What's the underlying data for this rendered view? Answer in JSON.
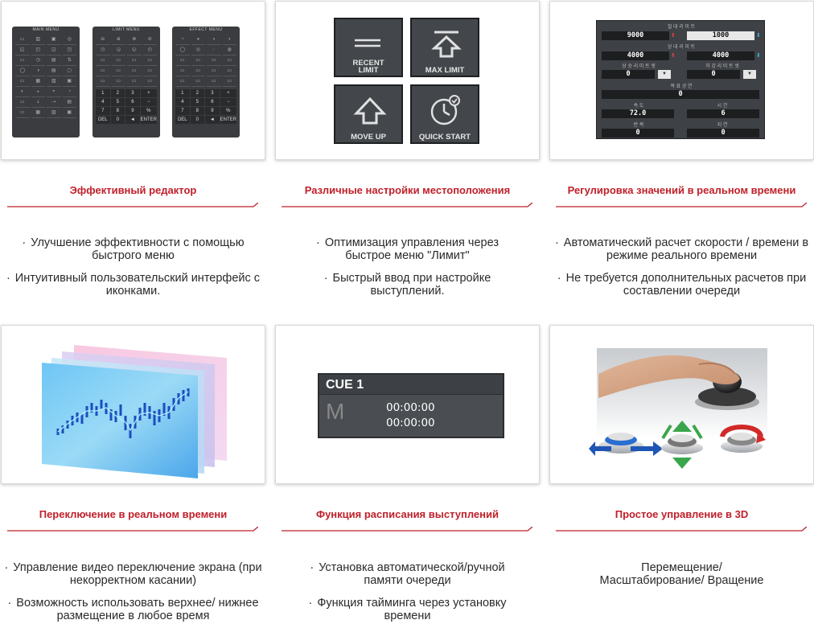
{
  "features": [
    {
      "title": "Эффективный редактор",
      "bullets": [
        "Улучшение эффективности с помощью быстрого меню",
        "Интуитивный пользовательский интерфейс с иконками."
      ]
    },
    {
      "title": "Различные настройки местоположения",
      "bullets": [
        "Оптимизация управления через быстрое меню \"Лимит\"",
        "Быстрый ввод при настройке выступлений."
      ]
    },
    {
      "title": "Регулировка значений в реальном времени",
      "bullets": [
        "Автоматический расчет скорости / времени в режиме реального времени",
        "Не требуется дополнительных расчетов при составлении очереди"
      ]
    },
    {
      "title": "Переключение в реальном времени",
      "bullets": [
        "Управление видео переключение экрана (при некорректном касании)",
        "Возможность использовать верхнее/ нижнее размещение в любое время"
      ]
    },
    {
      "title": "Функция расписания выступлений",
      "bullets": [
        "Установка автоматической/ручной памяти очереди",
        "Функция тайминга через установку времени"
      ]
    },
    {
      "title": "Простое управление в 3D",
      "bullets": [
        "Перемещение/Масштабирование/ Вращение"
      ]
    }
  ],
  "menus": {
    "main": "MAIN MENU",
    "limit": "LIMIT MENU",
    "effect": "EFFECT MENU",
    "keypad": [
      "1",
      "2",
      "3",
      "+",
      "4",
      "5",
      "6",
      "−",
      "7",
      "8",
      "9",
      "%",
      "DEL",
      "0",
      "◄",
      "ENTER"
    ]
  },
  "tiles": {
    "recent": "RECENT LIMIT",
    "max": "MAX LIMIT",
    "move": "MOVE UP",
    "quick": "QUICK START"
  },
  "panel": {
    "row1_label": "절 대 리 미 트",
    "v1": "9000",
    "v2": "1000",
    "row2_label": "상 대 리 미 트",
    "v3": "4000",
    "v4": "4000",
    "l_a": "상 승 리 미 트 셋",
    "l_b": "하 강 리 미 트 셋",
    "v5": "0",
    "v6": "0",
    "l_c": "목 표 공 연",
    "v7": "0",
    "l_d": "속 도",
    "l_e": "시 간",
    "v8": "72.0",
    "v9": "6",
    "l_f": "반 복",
    "l_g": "지 연",
    "v10": "0",
    "v11": "0",
    "dd": "▼"
  },
  "cue": {
    "title": "CUE 1",
    "mode": "M",
    "time1": "00:00:00",
    "time2": "00:00:00"
  },
  "colors": {
    "accent": "#c0202a",
    "panel": "#3e4145"
  }
}
